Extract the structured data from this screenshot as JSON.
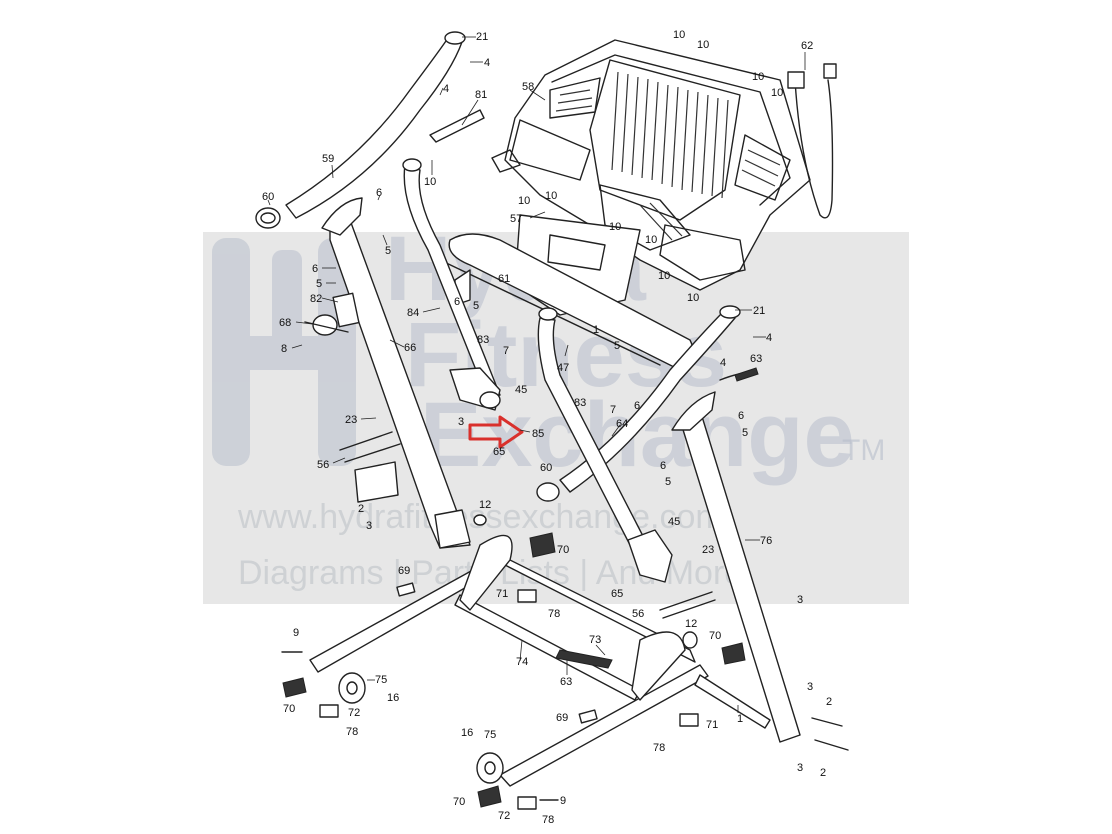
{
  "watermark": {
    "brand_line1": "Hydra",
    "brand_line2": "Fitness",
    "brand_line3": "Exchange",
    "trademark": "TM",
    "url": "www.hydrafitnessexchange.com",
    "tagline": "Diagrams | Parts Lists | And More"
  },
  "callouts": [
    {
      "id": "c21a",
      "text": "21"
    },
    {
      "id": "c4a",
      "text": "4"
    },
    {
      "id": "c4b",
      "text": "4"
    },
    {
      "id": "c81",
      "text": "81"
    },
    {
      "id": "c10a",
      "text": "10"
    },
    {
      "id": "c59",
      "text": "59"
    },
    {
      "id": "c60a",
      "text": "60"
    },
    {
      "id": "c6a",
      "text": "6"
    },
    {
      "id": "c5a",
      "text": "5"
    },
    {
      "id": "c6b",
      "text": "6"
    },
    {
      "id": "c5b",
      "text": "5"
    },
    {
      "id": "c82",
      "text": "82"
    },
    {
      "id": "c68",
      "text": "68"
    },
    {
      "id": "c8",
      "text": "8"
    },
    {
      "id": "c66",
      "text": "66"
    },
    {
      "id": "c84",
      "text": "84"
    },
    {
      "id": "c23a",
      "text": "23"
    },
    {
      "id": "c3a",
      "text": "3"
    },
    {
      "id": "c56a",
      "text": "56"
    },
    {
      "id": "c2a",
      "text": "2"
    },
    {
      "id": "c3b",
      "text": "3"
    },
    {
      "id": "c58",
      "text": "58"
    },
    {
      "id": "c10b",
      "text": "10"
    },
    {
      "id": "c10c",
      "text": "10"
    },
    {
      "id": "c10d",
      "text": "10"
    },
    {
      "id": "c10e",
      "text": "10"
    },
    {
      "id": "c62",
      "text": "62"
    },
    {
      "id": "c10f",
      "text": "10"
    },
    {
      "id": "c10g",
      "text": "10"
    },
    {
      "id": "c57",
      "text": "57"
    },
    {
      "id": "c10h",
      "text": "10"
    },
    {
      "id": "c10i",
      "text": "10"
    },
    {
      "id": "c10j",
      "text": "10"
    },
    {
      "id": "c10k",
      "text": "10"
    },
    {
      "id": "c21b",
      "text": "21"
    },
    {
      "id": "c6c",
      "text": "6"
    },
    {
      "id": "c5c",
      "text": "5"
    },
    {
      "id": "c61",
      "text": "61"
    },
    {
      "id": "c83a",
      "text": "83"
    },
    {
      "id": "c7a",
      "text": "7"
    },
    {
      "id": "c1a",
      "text": "1"
    },
    {
      "id": "c4c",
      "text": "4"
    },
    {
      "id": "c47",
      "text": "47"
    },
    {
      "id": "c5d",
      "text": "5"
    },
    {
      "id": "c6d",
      "text": "6"
    },
    {
      "id": "c4d",
      "text": "4"
    },
    {
      "id": "c63a",
      "text": "63"
    },
    {
      "id": "c45a",
      "text": "45"
    },
    {
      "id": "c83b",
      "text": "83"
    },
    {
      "id": "c7b",
      "text": "7"
    },
    {
      "id": "c85",
      "text": "85"
    },
    {
      "id": "c65a",
      "text": "65"
    },
    {
      "id": "c64",
      "text": "64"
    },
    {
      "id": "c6e",
      "text": "6"
    },
    {
      "id": "c5e",
      "text": "5"
    },
    {
      "id": "c6f",
      "text": "6"
    },
    {
      "id": "c5f",
      "text": "5"
    },
    {
      "id": "c60b",
      "text": "60"
    },
    {
      "id": "c12a",
      "text": "12"
    },
    {
      "id": "c45b",
      "text": "45"
    },
    {
      "id": "c70a",
      "text": "70"
    },
    {
      "id": "c76",
      "text": "76"
    },
    {
      "id": "c23b",
      "text": "23"
    },
    {
      "id": "c69a",
      "text": "69"
    },
    {
      "id": "c65b",
      "text": "65"
    },
    {
      "id": "c56b",
      "text": "56"
    },
    {
      "id": "c3c",
      "text": "3"
    },
    {
      "id": "c71a",
      "text": "71"
    },
    {
      "id": "c78a",
      "text": "78"
    },
    {
      "id": "c9a",
      "text": "9"
    },
    {
      "id": "c73",
      "text": "73"
    },
    {
      "id": "c12b",
      "text": "12"
    },
    {
      "id": "c70b",
      "text": "70"
    },
    {
      "id": "c74",
      "text": "74"
    },
    {
      "id": "c63b",
      "text": "63"
    },
    {
      "id": "c75a",
      "text": "75"
    },
    {
      "id": "c16a",
      "text": "16"
    },
    {
      "id": "c70c",
      "text": "70"
    },
    {
      "id": "c72a",
      "text": "72"
    },
    {
      "id": "c78b",
      "text": "78"
    },
    {
      "id": "c3d",
      "text": "3"
    },
    {
      "id": "c2b",
      "text": "2"
    },
    {
      "id": "c69b",
      "text": "69"
    },
    {
      "id": "c71b",
      "text": "71"
    },
    {
      "id": "c1b",
      "text": "1"
    },
    {
      "id": "c78c",
      "text": "78"
    },
    {
      "id": "c16b",
      "text": "16"
    },
    {
      "id": "c75b",
      "text": "75"
    },
    {
      "id": "c3e",
      "text": "3"
    },
    {
      "id": "c2c",
      "text": "2"
    },
    {
      "id": "c70d",
      "text": "70"
    },
    {
      "id": "c9b",
      "text": "9"
    },
    {
      "id": "c72b",
      "text": "72"
    },
    {
      "id": "c78d",
      "text": "78"
    }
  ],
  "colors": {
    "highlight_arrow": "#d9302c",
    "line": "#222222",
    "watermark_band": "#d3d3d3",
    "watermark_text": "#b8bfcc"
  }
}
